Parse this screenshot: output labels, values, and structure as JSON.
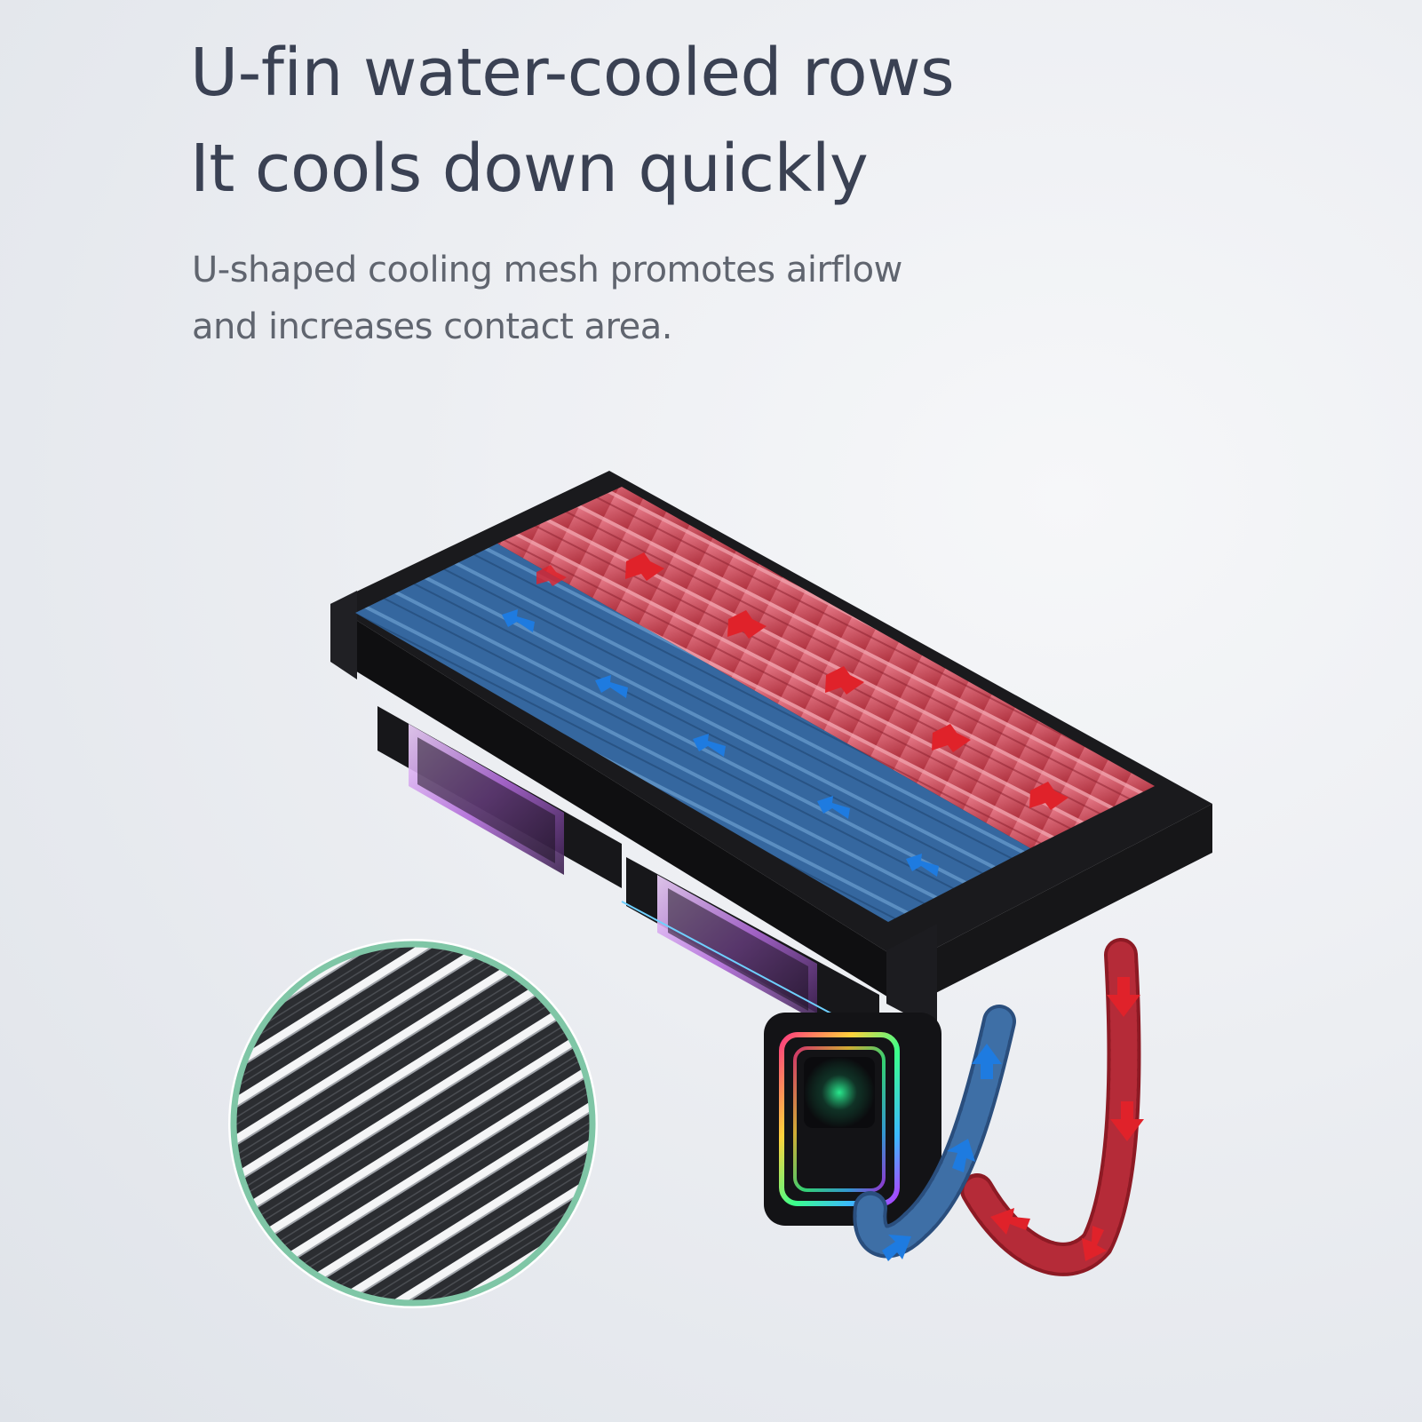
{
  "headline": {
    "line1": "U-fin water-cooled rows",
    "line2": "It cools down quickly"
  },
  "subtext": {
    "line1": "U-shaped cooling mesh promotes airflow",
    "line2": "and increases contact area."
  },
  "illustration": {
    "subject": "AIO liquid cooler radiator with two fans, RGB pump block and braided tubes",
    "flow": {
      "hot_color": "#e0222a",
      "cold_color": "#1e7be0"
    },
    "zoom_icon": "u-fin-mesh-closeup",
    "zoom_ring_color": "#7fc6a6"
  }
}
